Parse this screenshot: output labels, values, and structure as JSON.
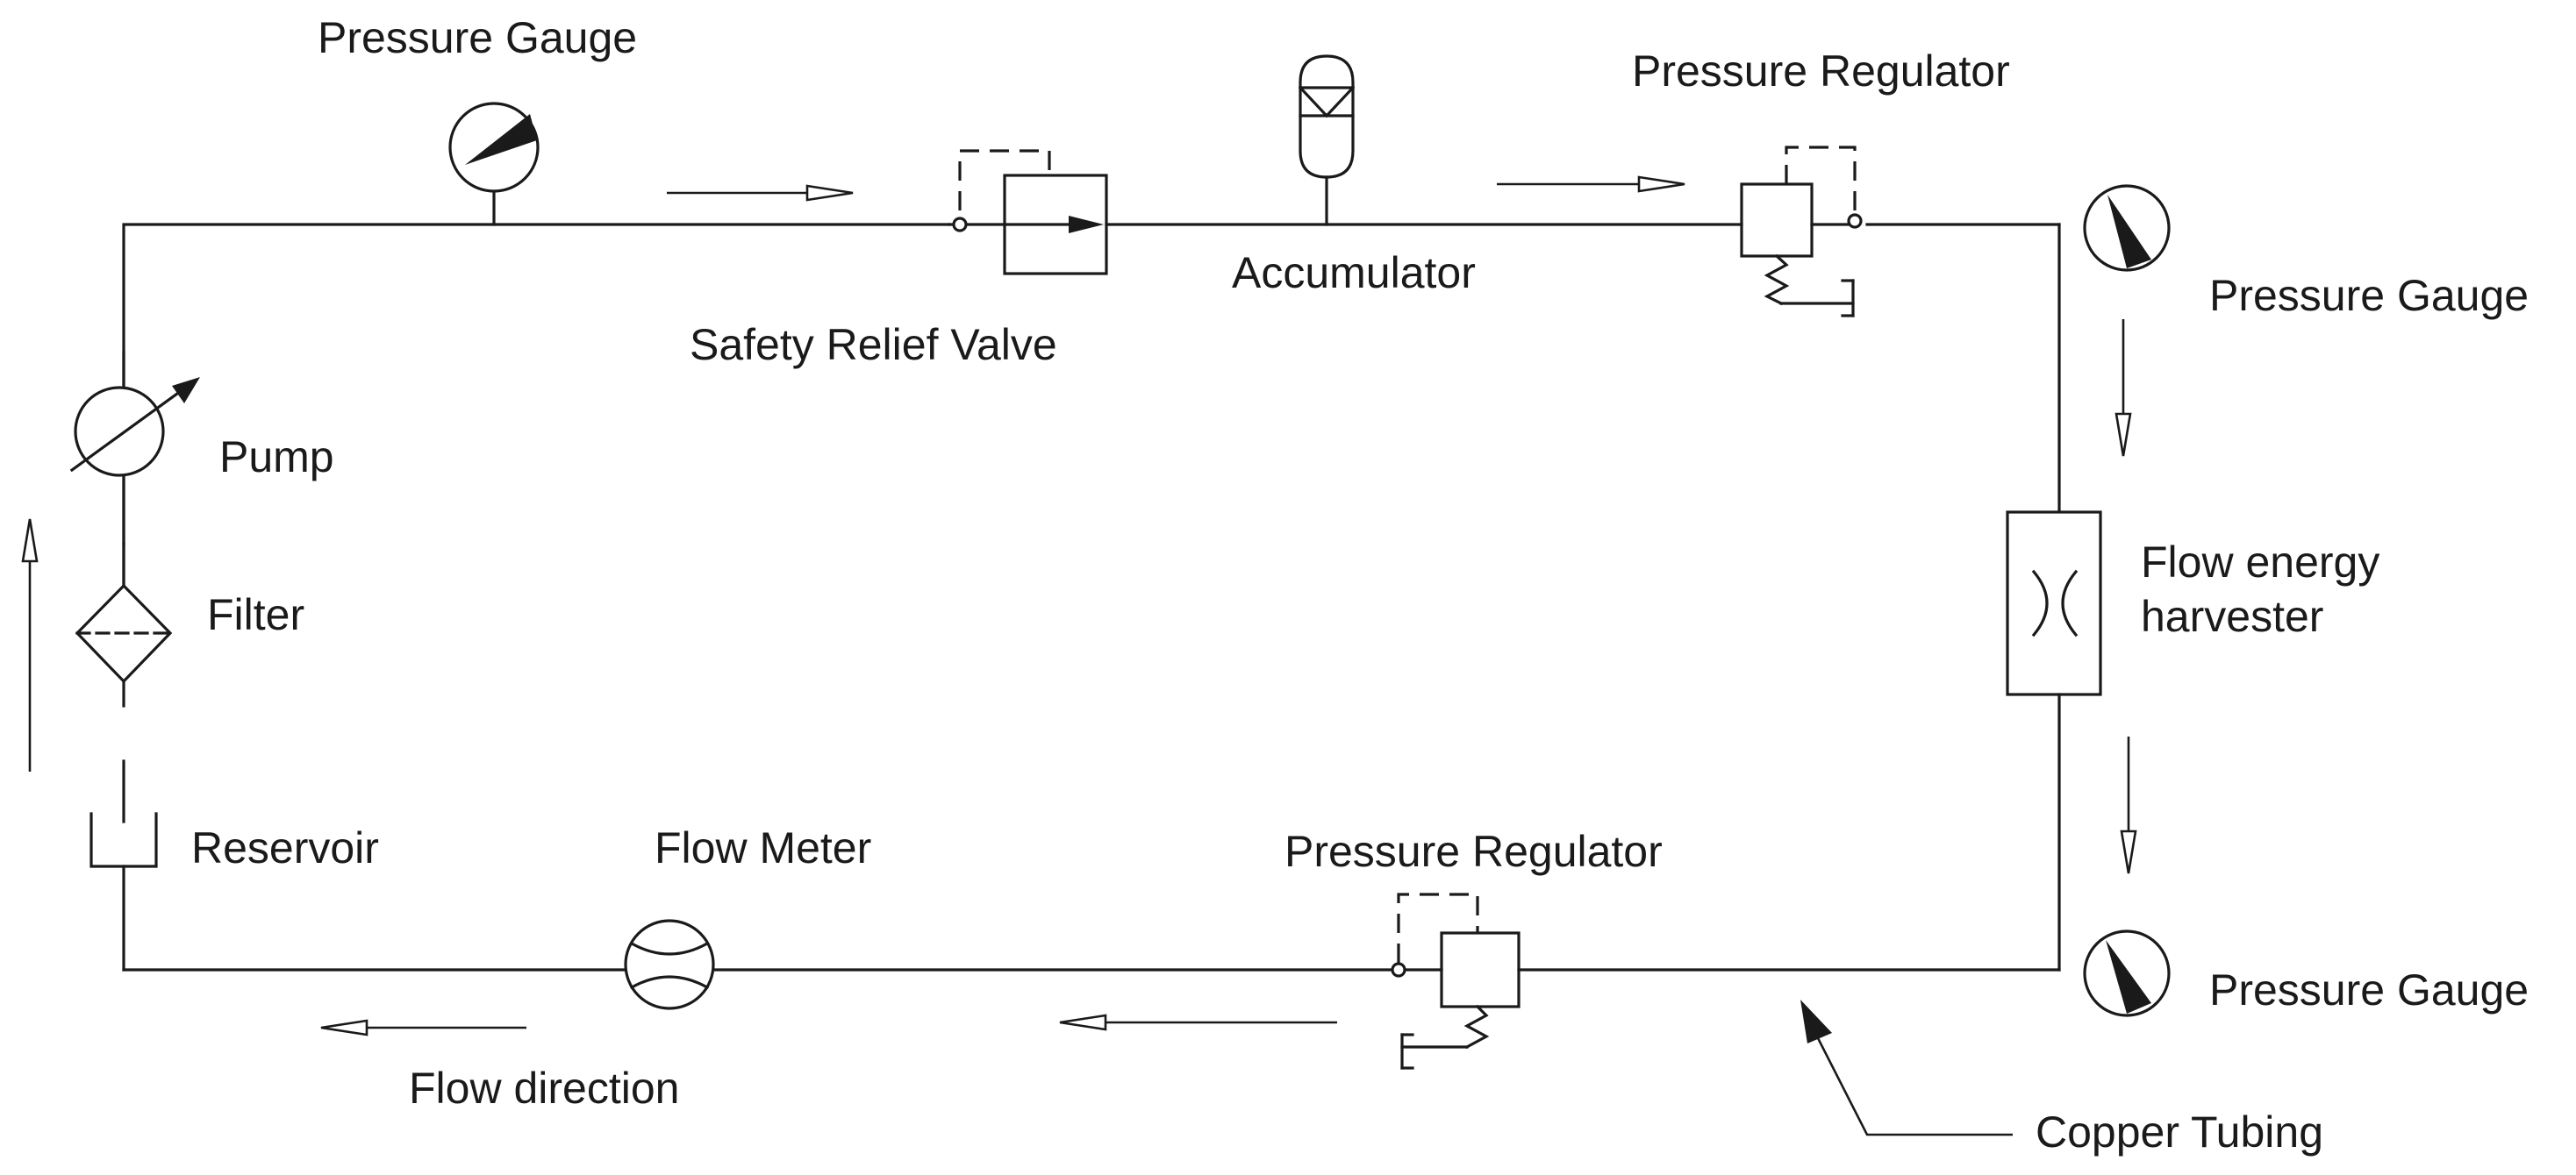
{
  "labels": {
    "pressure_gauge_top": "Pressure Gauge",
    "pressure_regulator_top": "Pressure Regulator",
    "accumulator": "Accumulator",
    "safety_relief_valve": "Safety Relief Valve",
    "pressure_gauge_right_top": "Pressure Gauge",
    "pump": "Pump",
    "filter": "Filter",
    "flow_energy_harvester_line1": "Flow energy",
    "flow_energy_harvester_line2": "harvester",
    "reservoir": "Reservoir",
    "flow_meter": "Flow Meter",
    "pressure_regulator_bottom": "Pressure Regulator",
    "pressure_gauge_right_bottom": "Pressure Gauge",
    "flow_direction": "Flow direction",
    "copper_tubing": "Copper Tubing"
  },
  "colors": {
    "line": "#1a1a1a",
    "background": "#ffffff"
  }
}
